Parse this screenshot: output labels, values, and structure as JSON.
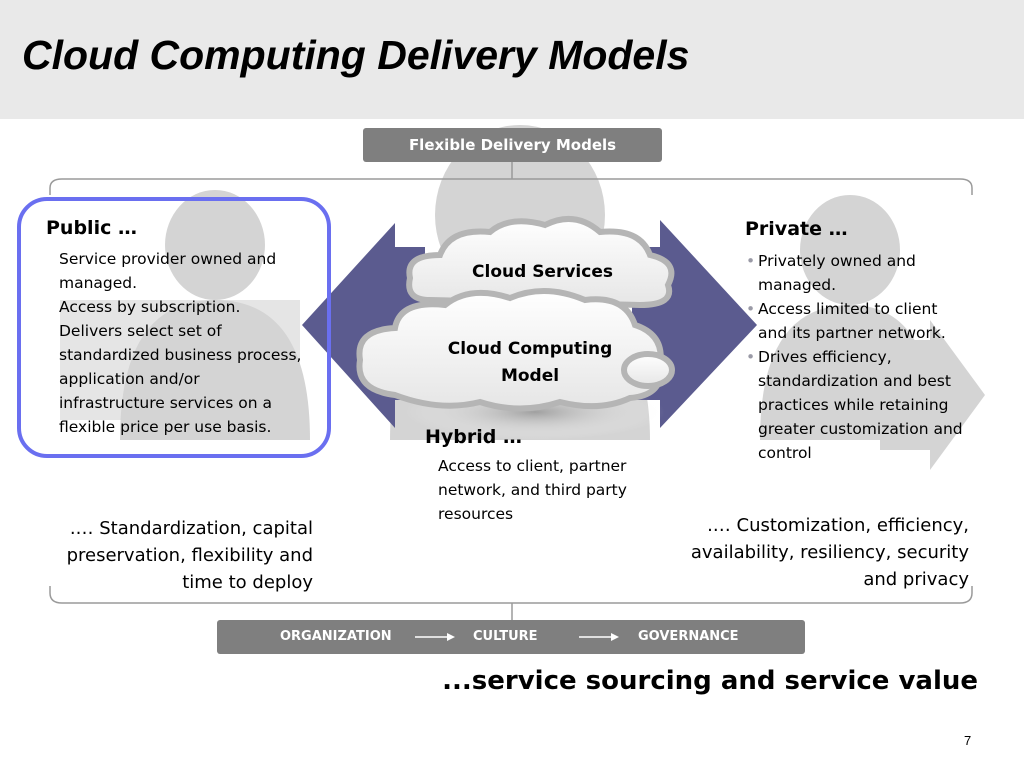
{
  "slide": {
    "title": "Cloud Computing Delivery Models",
    "page_number": "7",
    "tagline": "...service sourcing and service value"
  },
  "top_label": "Flexible Delivery Models",
  "bottom_bar": {
    "items": [
      "ORGANIZATION",
      "CULTURE",
      "GOVERNANCE"
    ]
  },
  "center": {
    "cloud_top": "Cloud Services",
    "cloud_main_lines": [
      "Cloud Computing",
      "Model"
    ]
  },
  "public": {
    "heading": "Public …",
    "lines": [
      "Service provider owned and",
      "managed.",
      "Access by subscription.",
      "Delivers select set of",
      "standardized business process,",
      "application and/or",
      "infrastructure services on a",
      "flexible price per use basis."
    ],
    "summary_lines": [
      ".… Standardization, capital",
      "preservation, flexibility and",
      "time to  deploy"
    ]
  },
  "private": {
    "heading": "Private …",
    "bullets": [
      {
        "lines": [
          "Privately owned and",
          "managed."
        ]
      },
      {
        "lines": [
          "Access limited to client",
          "and its partner network."
        ]
      },
      {
        "lines": [
          "Drives efficiency,",
          "standardization and best",
          "practices while retaining",
          "greater customization and",
          "control"
        ]
      }
    ],
    "summary_lines": [
      ".…  Customization, efficiency,",
      "availability, resiliency, security",
      "and privacy"
    ]
  },
  "hybrid": {
    "heading": "Hybrid …",
    "lines": [
      "Access to client, partner",
      "network, and third party",
      "resources"
    ]
  },
  "colors": {
    "arrow_fill": "#5b5b8f",
    "public_frame": "#6a6ff0",
    "pill_fill": "#7f7f7f",
    "header_bg": "#e9e9e9",
    "silhouette": "#d4d4d4"
  }
}
